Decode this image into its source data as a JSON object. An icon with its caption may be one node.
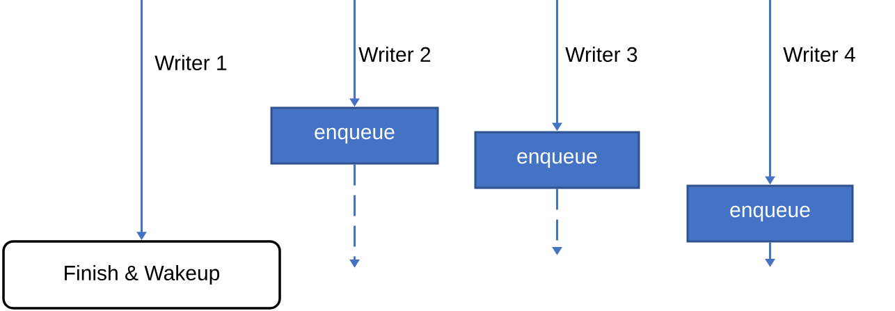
{
  "diagram": {
    "nodes": [
      {
        "text": [
          "Finish & Wakeup"
        ]
      },
      {
        "text": [
          "enqueue"
        ]
      },
      {
        "text": [
          "enqueue"
        ]
      },
      {
        "text": [
          "enqueue"
        ]
      }
    ],
    "edges": [
      {
        "from": null,
        "to": 0,
        "arrow": "to",
        "label": "Writer 1"
      },
      {
        "from": null,
        "to": 1,
        "arrow": "to",
        "label": "Writer 2"
      },
      {
        "from": null,
        "to": 2,
        "arrow": "to",
        "label": "Writer 3"
      },
      {
        "from": null,
        "to": 3,
        "arrow": "to",
        "label": "Writer 4"
      },
      {
        "from": 1,
        "to": null,
        "arrow": "to",
        "style": "dashed"
      },
      {
        "from": 2,
        "to": null,
        "arrow": "to",
        "style": "dashed"
      },
      {
        "from": 3,
        "to": null,
        "arrow": "to"
      }
    ]
  }
}
